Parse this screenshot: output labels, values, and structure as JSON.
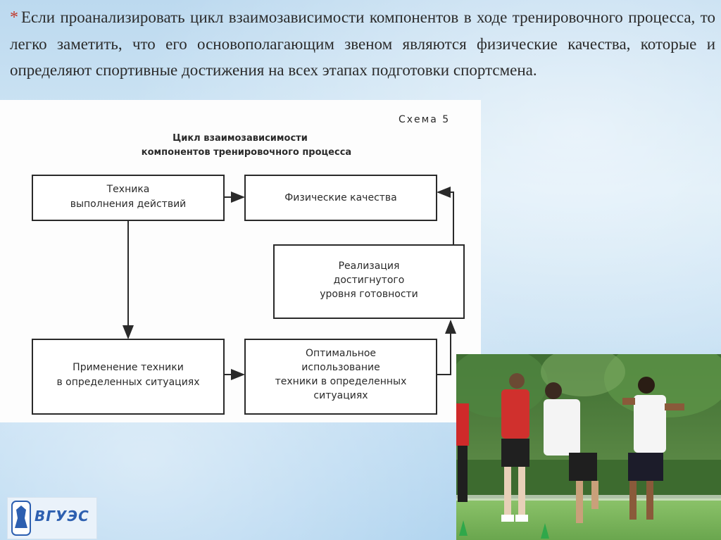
{
  "text": {
    "bullet": "*",
    "paragraph": "Если проанализировать цикл взаимозависимости компонентов в ходе тренировочного процесса, то легко заметить, что его основополагающим звеном являются физические качества, которые и определяют спортивные достижения на всех этапах подготовки спортсмена."
  },
  "diagram": {
    "label": "Схема 5",
    "title_line1": "Цикл взаимозависимости",
    "title_line2": "компонентов тренировочного процесса",
    "box_technique": [
      "Техника",
      "выполнения действий"
    ],
    "box_physical": [
      "Физические качества"
    ],
    "box_realization": [
      "Реализация",
      "достигнутого",
      "уровня готовности"
    ],
    "box_application": [
      "Применение техники",
      "в определенных ситуациях"
    ],
    "box_optimal": [
      "Оптимальное",
      "использование",
      "техники в определенных",
      "ситуациях"
    ]
  },
  "logo": {
    "text": "ВГУЭС"
  },
  "colors": {
    "bullet": "#c0392b",
    "text": "#2b2b2b",
    "logo": "#2d5fb0"
  }
}
